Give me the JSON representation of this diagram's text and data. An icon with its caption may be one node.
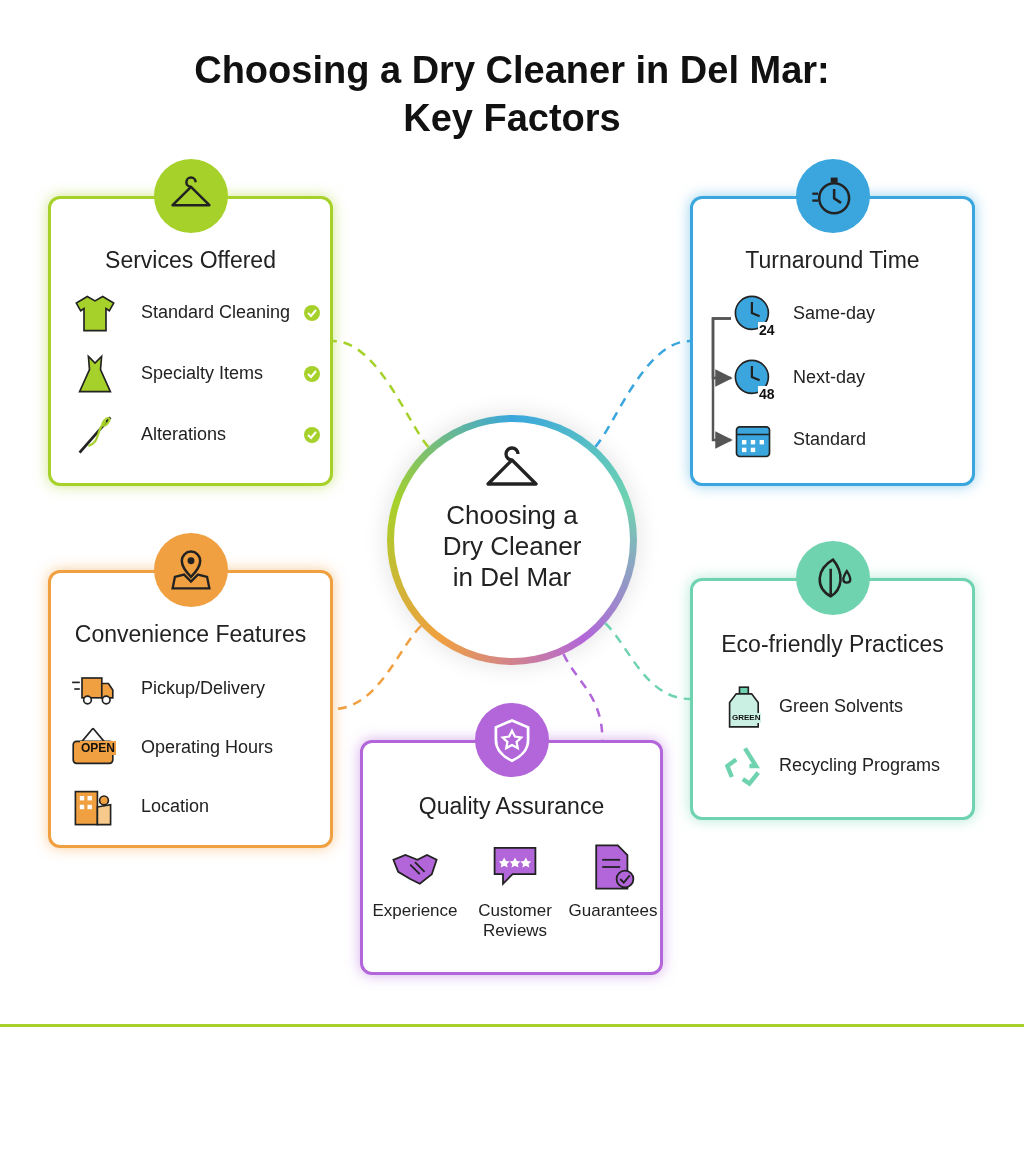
{
  "diagram": {
    "title": "Choosing a Dry Cleaner in Del Mar: Key Factors",
    "nodes": [
      {
        "text": [
          "Services Offered"
        ]
      },
      {
        "text": [
          "Standard Cleaning"
        ],
        "in": 0
      },
      {
        "text": [
          "Specialty Items"
        ],
        "in": 0
      },
      {
        "text": [
          "Alterations"
        ],
        "in": 0
      },
      {
        "text": [
          "Turnaround Time"
        ]
      },
      {
        "text": [
          "Same-day"
        ],
        "in": 4
      },
      {
        "text": [
          "Next-day"
        ],
        "in": 4
      },
      {
        "text": [
          "Standard"
        ],
        "in": 4
      },
      {
        "text": [
          "Choosing a Dry Cleaner in Del Mar"
        ]
      },
      {
        "text": [
          "Convenience Features"
        ]
      },
      {
        "text": [
          "Pickup/Delivery"
        ],
        "in": 9
      },
      {
        "text": [
          "Operating Hours"
        ],
        "in": 9
      },
      {
        "text": [
          "Location"
        ],
        "in": 9
      },
      {
        "text": [
          "Eco-friendly Practices"
        ]
      },
      {
        "text": [
          "Green Solvents"
        ],
        "in": 13
      },
      {
        "text": [
          "Recycling Programs"
        ],
        "in": 13
      },
      {
        "text": [
          "Quality Assurance"
        ]
      },
      {
        "text": [
          "Experience"
        ],
        "in": 16
      },
      {
        "text": [
          "Customer Reviews"
        ],
        "in": 16
      },
      {
        "text": [
          "Guarantees"
        ],
        "in": 16
      }
    ],
    "edges": [
      {
        "from": 8,
        "to": 0,
        "arrow": "none",
        "style": "dashed",
        "color": "#a6d12a"
      },
      {
        "from": 8,
        "to": 4,
        "arrow": "none",
        "style": "dashed",
        "color": "#3aa6dd"
      },
      {
        "from": 8,
        "to": 9,
        "arrow": "none",
        "style": "dashed",
        "color": "#f0a040"
      },
      {
        "from": 8,
        "to": 13,
        "arrow": "none",
        "style": "dashed",
        "color": "#6fd3b0"
      },
      {
        "from": 8,
        "to": 16,
        "arrow": "none",
        "style": "dashed",
        "color": "#b266d9"
      },
      {
        "from": 5,
        "to": 6,
        "arrow": "to"
      },
      {
        "from": 5,
        "to": 7,
        "arrow": "to"
      }
    ],
    "labels": [
      "24",
      "48",
      "GREEN",
      "OPEN"
    ]
  }
}
